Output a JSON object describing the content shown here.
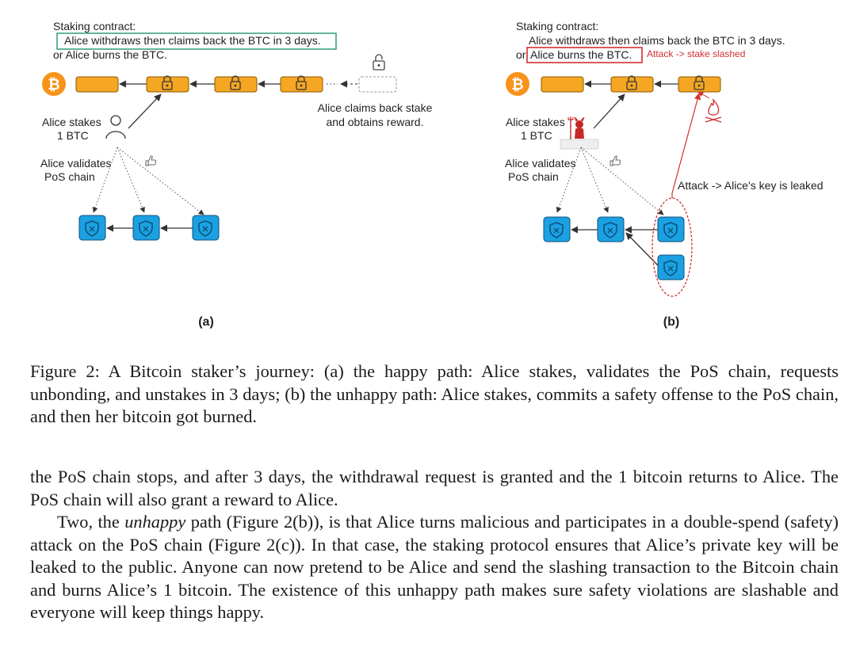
{
  "panel_a": {
    "contract_title": "Staking contract:",
    "contract_line1": "Alice withdraws then claims back the BTC in 3 days.",
    "contract_line2": "or Alice burns the BTC.",
    "stakes_line1": "Alice stakes",
    "stakes_line2": "1 BTC",
    "validates_line1": "Alice validates",
    "validates_line2": "PoS chain",
    "claims_line1": "Alice claims back stake",
    "claims_line2": "and obtains reward.",
    "label": "(a)"
  },
  "panel_b": {
    "contract_title": "Staking contract:",
    "contract_line1": "Alice withdraws then claims back the BTC in 3 days.",
    "contract_or": "or",
    "contract_line2_boxed": "Alice burns the BTC.",
    "attack_slashed": "Attack -> stake slashed",
    "stakes_line1": "Alice stakes",
    "stakes_line2": "1 BTC",
    "validates_line1": "Alice validates",
    "validates_line2": "PoS chain",
    "attack_leaked": "Attack -> Alice's key is leaked",
    "label": "(b)"
  },
  "icons": {
    "bitcoin": "₿"
  },
  "colors": {
    "btc_orange": "#f7931a",
    "block_orange": "#f5a623",
    "pos_blue": "#1ba1e2",
    "box_green": "#3aa57a",
    "attack_red": "#d32f2f"
  },
  "caption": "Figure 2: A Bitcoin staker’s journey: (a) the happy path: Alice stakes, validates the PoS chain, requests unbonding, and unstakes in 3 days; (b) the unhappy path: Alice stakes, commits a safety offense to the PoS chain, and then her bitcoin got burned.",
  "paragraph1": "the PoS chain stops, and after 3 days, the withdrawal request is granted and the 1 bitcoin returns to Alice. The PoS chain will also grant a reward to Alice.",
  "paragraph2": {
    "before": "Two, the ",
    "emphasis": "unhappy",
    "after": " path (Figure 2(b)), is that Alice turns malicious and participates in a double-spend (safety) attack on the PoS chain (Figure 2(c)). In that case, the staking protocol ensures that Alice’s private key will be leaked to the public. Anyone can now pretend to be Alice and send the slashing transaction to the Bitcoin chain and burns Alice’s 1 bitcoin. The existence of this unhappy path makes sure safety violations are slashable and everyone will keep things happy."
  }
}
